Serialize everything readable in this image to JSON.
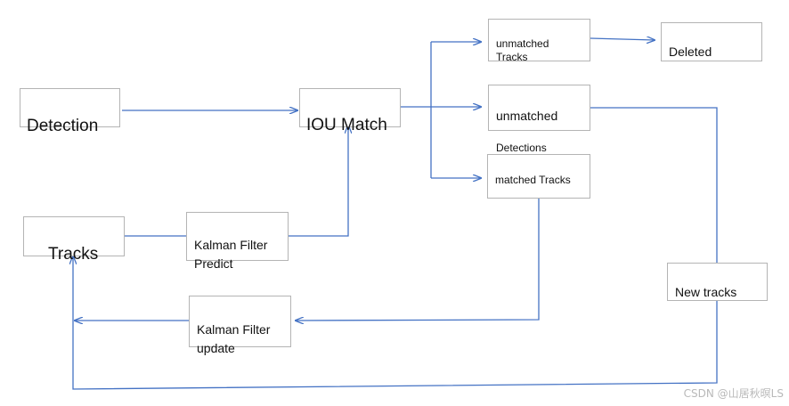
{
  "nodes": {
    "detection": "Detection",
    "iou_match": "IOU Match",
    "unmatched_tracks": "unmatched\nTracks",
    "deleted": "Deleted",
    "unmatched_detections_line1": "unmatched",
    "unmatched_detections_line2": "Detections",
    "matched_tracks": "matched  Tracks",
    "tracks": "Tracks",
    "kalman_predict": "Kalman Filter\nPredict",
    "kalman_update": "Kalman Filter\nupdate",
    "new_tracks": "New tracks"
  },
  "watermark": "CSDN @山居秋暝LS",
  "colors": {
    "line": "#4472c4",
    "box_border": "#b4b4b4",
    "text": "#111111",
    "watermark": "#b9b9b9"
  }
}
